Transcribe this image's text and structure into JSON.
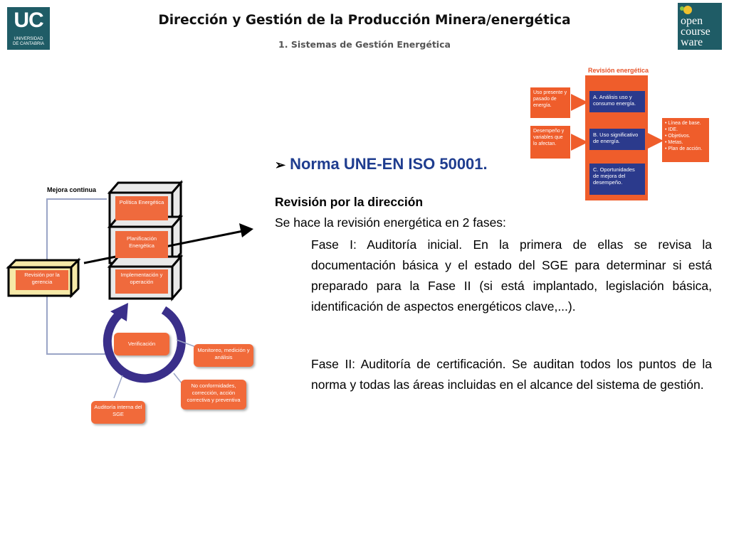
{
  "header": {
    "logo_left": {
      "abbr": "UC",
      "line1": "UNIVERSIDAD",
      "line2": "DE CANTABRIA"
    },
    "title": "Dirección y Gestión de la Producción Minera/energética",
    "subtitle": "1. Sistemas de Gestión Energética",
    "logo_right": {
      "line1": "open",
      "line2": "course",
      "line3": "ware"
    }
  },
  "main": {
    "heading": "Norma UNE-EN ISO 50001.",
    "section_title": "Revisión por la dirección",
    "intro": "Se hace la revisión energética en 2 fases:",
    "paragraphs": [
      "Fase I: Auditoría inicial. En la primera de ellas se revisa la documentación básica y el estado del SGE para determinar si está preparado para la Fase II (si está implantado, legislación básica, identificación de aspectos energéticos clave,...).",
      "Fase II: Auditoría de certificación. Se auditan todos los puntos de la norma y todas las áreas incluidas en el alcance del sistema de gestión."
    ]
  },
  "review_diagram": {
    "title": "Revisión energética",
    "inputs": [
      "Uso presente y pasado de energía.",
      "Desempeño y variables que lo afectan."
    ],
    "steps": [
      "A. Análisis uso y consumo energía.",
      "B. Uso significativo de energía.",
      "C. Oportunidades de mejora del desempeño."
    ],
    "outputs": [
      "• Línea de base.",
      "• IDE.",
      "• Objetivos.",
      "• Metas.",
      "• Plan de acción."
    ]
  },
  "cycle_diagram": {
    "label": "Mejora continua",
    "cubes": [
      "Política Energética",
      "Planificación Energética",
      "Implementación y operación"
    ],
    "review": "Revisión por la gerencia",
    "verification": "Verificación",
    "monitoring": "Monitoreo, medición y análisis",
    "nonconformities": "No conformidades, corrección, acción correctiva y preventiva",
    "audit": "Auditoría interna del SGE"
  },
  "colors": {
    "accent_orange": "#ef5d2b",
    "accent_blue": "#2b3a8c",
    "heading_blue": "#1f3d8f",
    "logo_teal": "#1f5c66",
    "cycle_purple": "#3a2f8a"
  }
}
